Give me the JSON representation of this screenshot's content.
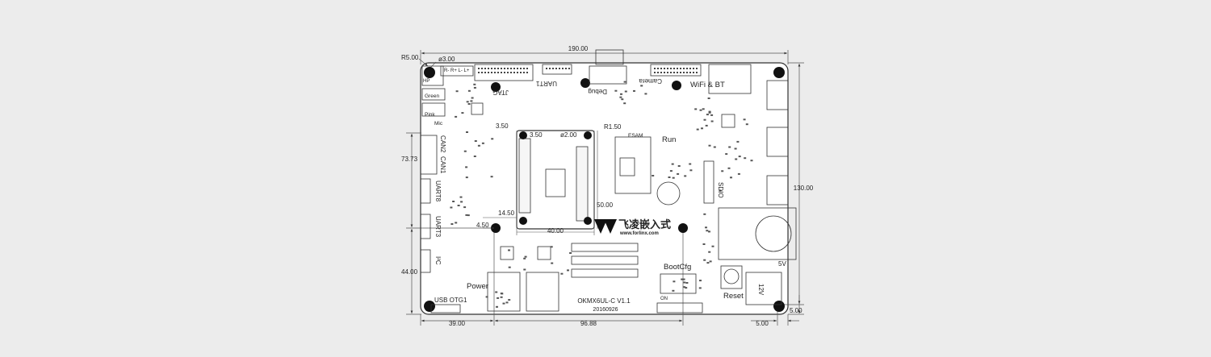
{
  "dimensions": {
    "width": "190.00",
    "height": "130.00",
    "corner_radius": "R5.00",
    "hole_dia": "ø3.00",
    "left_mid": "73.73",
    "left_low": "44.00",
    "bottom_left": "39.00",
    "bottom_mid": "96.88",
    "bottom_right": "5.00",
    "right_low": "5.00",
    "som_hole_offset": "3.50",
    "som_hole_dia": "ø2.00",
    "som_corner_radius": "R1.50",
    "som_height": "50.00",
    "som_width": "40.00",
    "som_left_offset": "14.50",
    "som_small": "4.50"
  },
  "labels": {
    "jtag": "JTAG",
    "uart1": "UART1",
    "debug": "Debug",
    "camera": "Camera",
    "wifi_bt": "WiFi & BT",
    "hp": "HP",
    "green": "Green",
    "pink": "Pink",
    "mic": "Mic",
    "can2": "CAN2",
    "can1": "CAN1",
    "uart8": "UART8",
    "uart3": "UART3",
    "i2c": "I²C",
    "usb_otg1": "USB OTG1",
    "power": "Power",
    "esam": "ESAM",
    "run": "Run",
    "sdio": "SDIO",
    "bootcfg": "BootCfg",
    "on": "ON",
    "reset": "Reset",
    "v12": "12V",
    "v5": "5V",
    "board_name": "OKMX6UL-C  V1.1",
    "board_date": "20160926",
    "logo_cn": "飞凌嵌入式",
    "logo_url": "www.forlinx.com",
    "pins": "R- R+ L- L+"
  }
}
